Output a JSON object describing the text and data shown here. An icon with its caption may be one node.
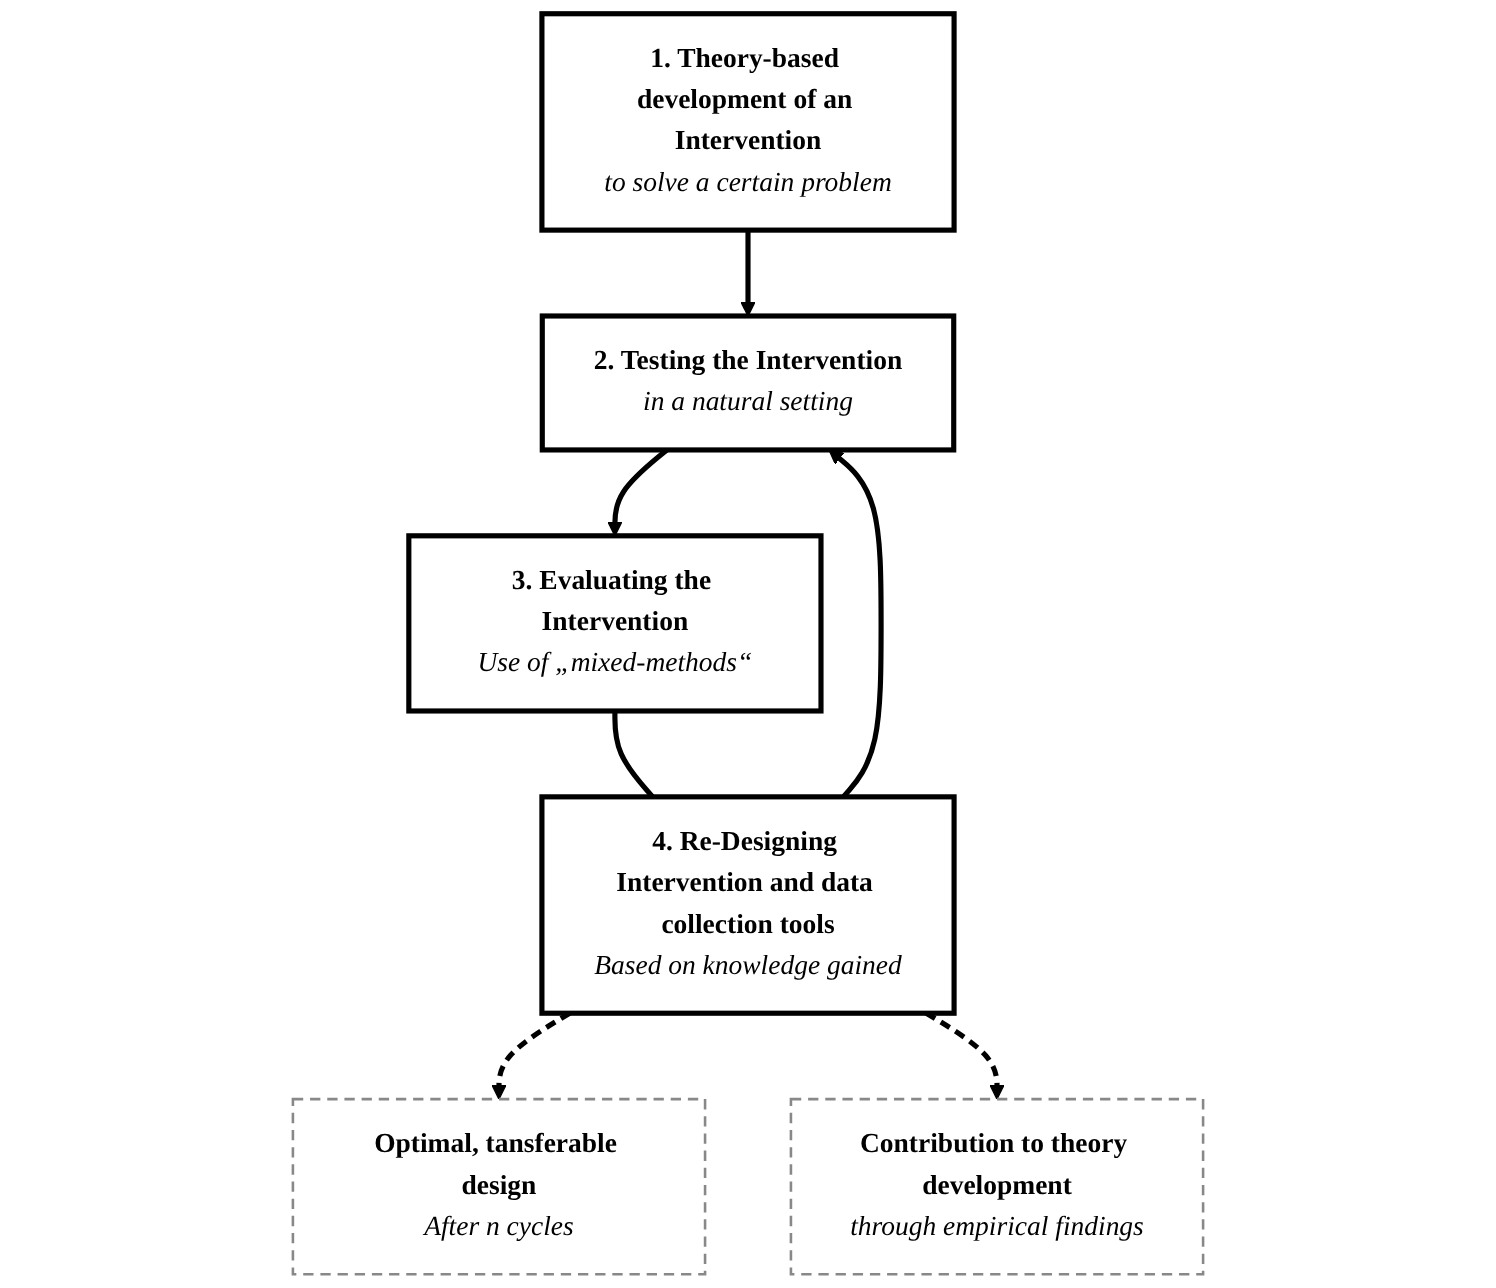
{
  "diagram": {
    "nodes": [
      {
        "text": [
          "1. Theory-based development of an Intervention",
          "to solve a certain problem"
        ]
      },
      {
        "text": [
          "2. Testing the Intervention",
          "in a natural setting"
        ]
      },
      {
        "text": [
          "3. Evaluating the Intervention",
          "Use of „mixed-methods“"
        ]
      },
      {
        "text": [
          "4. Re-Designing Intervention and data collection tools",
          "Based on knowledge gained"
        ]
      },
      {
        "text": [
          "Optimal, tansferable design",
          "After n cycles"
        ]
      },
      {
        "text": [
          "Contribution to theory development",
          "through empirical findings"
        ]
      }
    ],
    "edges": [
      {
        "from": 0,
        "to": 1,
        "arrow": "to"
      },
      {
        "from": 1,
        "to": 2,
        "arrow": "to"
      },
      {
        "from": 2,
        "to": 3,
        "arrow": "none"
      },
      {
        "from": 3,
        "to": 1,
        "arrow": "to"
      },
      {
        "from": 3,
        "to": 4,
        "arrow": "to",
        "style": "dashed"
      },
      {
        "from": 3,
        "to": 5,
        "arrow": "to",
        "style": "dashed"
      }
    ]
  }
}
